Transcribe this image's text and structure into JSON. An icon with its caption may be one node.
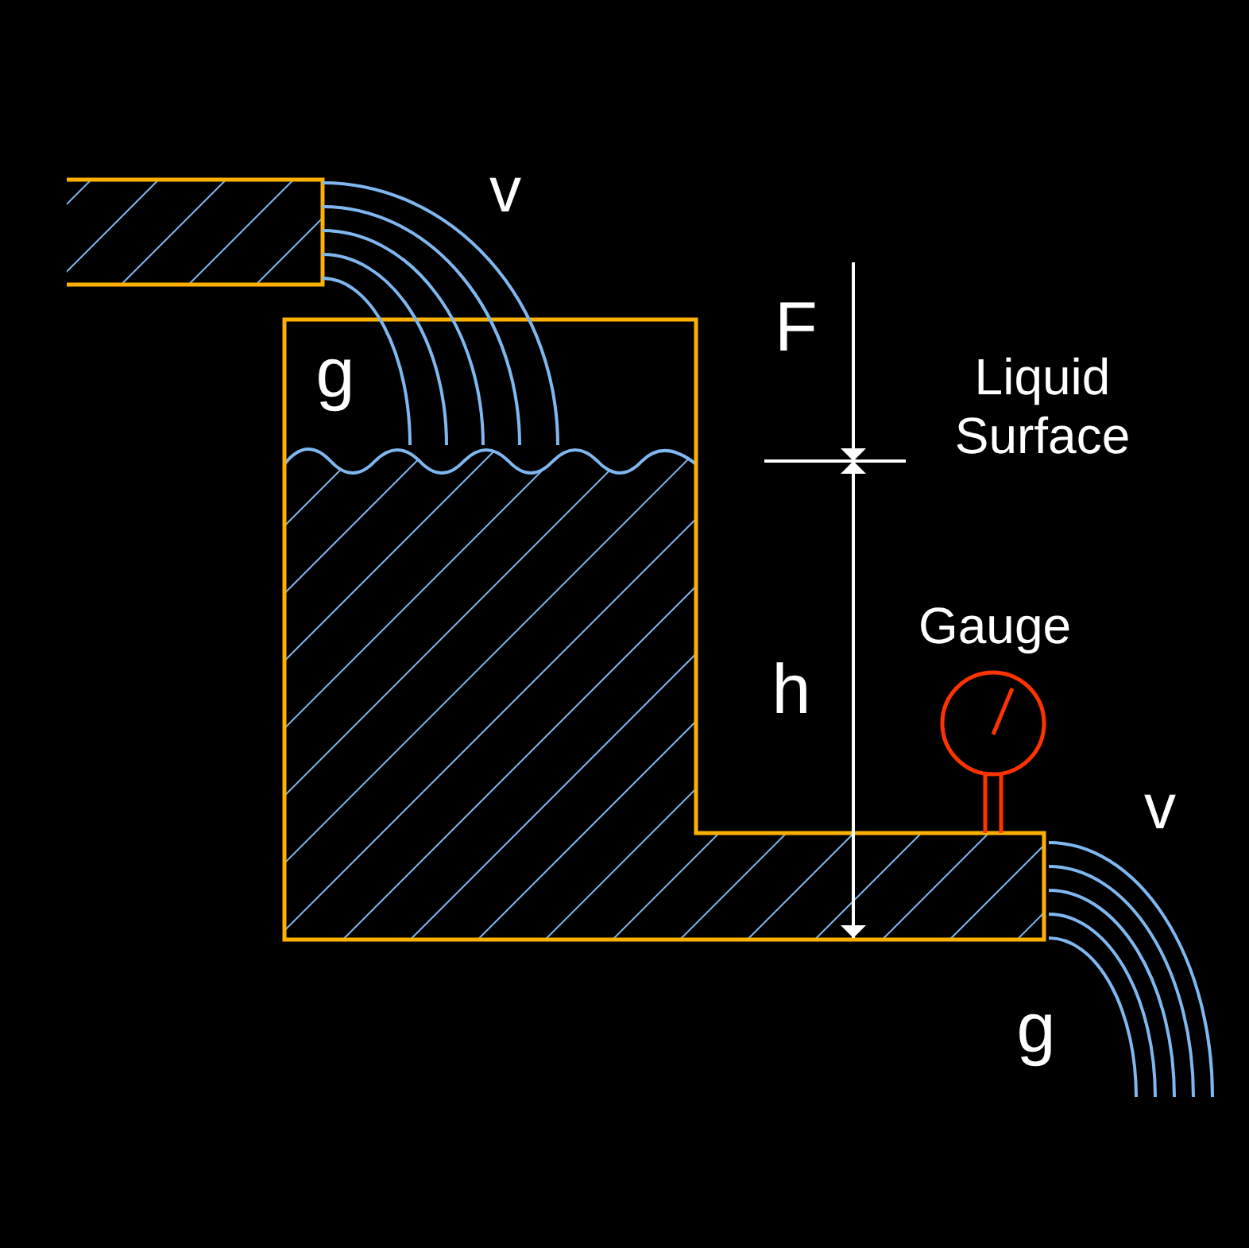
{
  "diagram": {
    "labels": [
      "v",
      "F",
      "g",
      "Liquid Surface",
      "Gauge",
      "h",
      "v",
      "g"
    ]
  }
}
